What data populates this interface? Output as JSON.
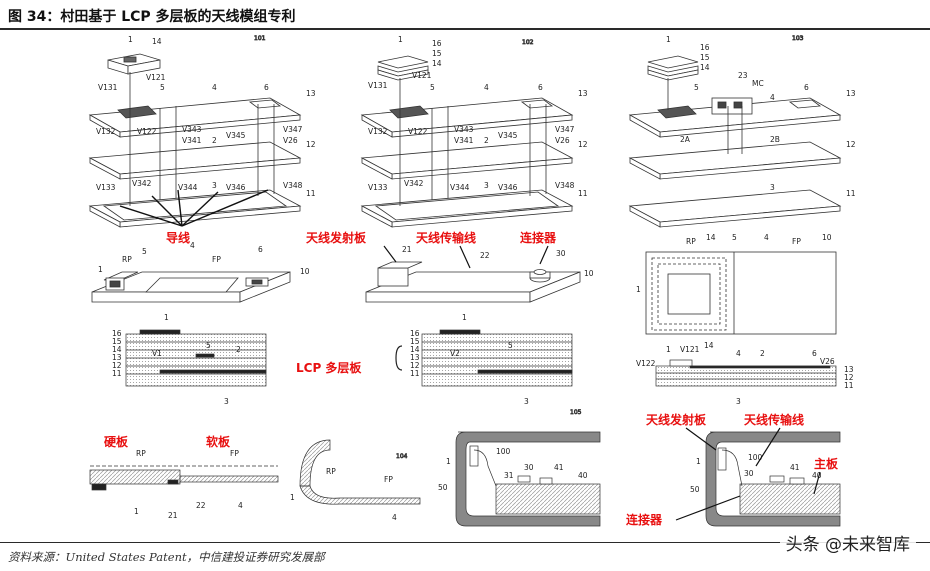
{
  "header": {
    "title": "图 34：村田基于 LCP 多层板的天线模组专利"
  },
  "footer": {
    "source": "资料来源：United States Patent，中信建投证券研究发展部",
    "watermark": "头条 @未来智库"
  },
  "figures": {
    "fig101": {
      "id": "101",
      "pads": [
        "1",
        "14",
        "V121",
        "V131"
      ],
      "layers_top": [
        "4",
        "5",
        "6",
        "13"
      ],
      "vias_a": [
        "V132",
        "V122",
        "V343",
        "V341",
        "V345",
        "V347",
        "V26",
        "2",
        "12"
      ],
      "vias_b": [
        "V133",
        "V342",
        "V344",
        "V346",
        "V348",
        "3",
        "11"
      ]
    },
    "fig102": {
      "id": "102",
      "pads": [
        "1",
        "16",
        "15",
        "14",
        "V121",
        "V131"
      ],
      "layers_top": [
        "4",
        "5",
        "6",
        "13"
      ],
      "vias_a": [
        "V132",
        "V122",
        "V343",
        "V341",
        "V345",
        "V347",
        "V26",
        "2",
        "12"
      ],
      "vias_b": [
        "V133",
        "V342",
        "V344",
        "V346",
        "V348",
        "3",
        "11"
      ]
    },
    "fig103": {
      "id": "103",
      "pads": [
        "1",
        "16",
        "15",
        "14",
        "23",
        "MC"
      ],
      "layers_top": [
        "4",
        "5",
        "6",
        "13"
      ],
      "mid": [
        "2A",
        "2B",
        "12"
      ],
      "bot": [
        "3",
        "11"
      ]
    },
    "persp1": {
      "labels": [
        "RP",
        "5",
        "4",
        "FP",
        "6",
        "1",
        "10"
      ]
    },
    "persp2": {
      "labels": [
        "21",
        "22",
        "30",
        "10"
      ]
    },
    "persp3": {
      "labels": [
        "RP",
        "14",
        "5",
        "4",
        "FP",
        "10",
        "1"
      ]
    },
    "sect1": {
      "layers": [
        "16",
        "15",
        "14",
        "13",
        "12",
        "11"
      ],
      "labels": [
        "1",
        "V1",
        "5",
        "2",
        "3"
      ]
    },
    "sect2": {
      "layers": [
        "16",
        "15",
        "14",
        "13",
        "12",
        "11"
      ],
      "labels": [
        "1",
        "V2",
        "5",
        "3"
      ]
    },
    "sect3": {
      "labels": [
        "1",
        "V121",
        "14",
        "V122",
        "4",
        "2",
        "6",
        "V26",
        "13",
        "12",
        "11",
        "3"
      ]
    },
    "bend1": {
      "labels": [
        "RP",
        "FP",
        "1",
        "21",
        "22",
        "4"
      ]
    },
    "bend2": {
      "id": "104",
      "labels": [
        "RP",
        "FP",
        "1",
        "4"
      ]
    },
    "bend3": {
      "id": "105",
      "labels": [
        "1",
        "100",
        "30",
        "31",
        "41",
        "40",
        "50"
      ]
    },
    "bend4": {
      "labels": [
        "1",
        "100",
        "30",
        "41",
        "40",
        "50"
      ]
    }
  },
  "callouts": {
    "feedline": "导线",
    "radiator": "天线发射板",
    "transmission": "天线传输线",
    "connector": "连接器",
    "lcp": "LCP 多层板",
    "rigid": "硬板",
    "flex": "软板",
    "radiator2": "天线发射板",
    "transmission2": "天线传输线",
    "mainboard": "主板",
    "connector2": "连接器"
  },
  "colors": {
    "callout": "#e81010",
    "line": "#333333",
    "hatch": "#9a9a9a"
  }
}
